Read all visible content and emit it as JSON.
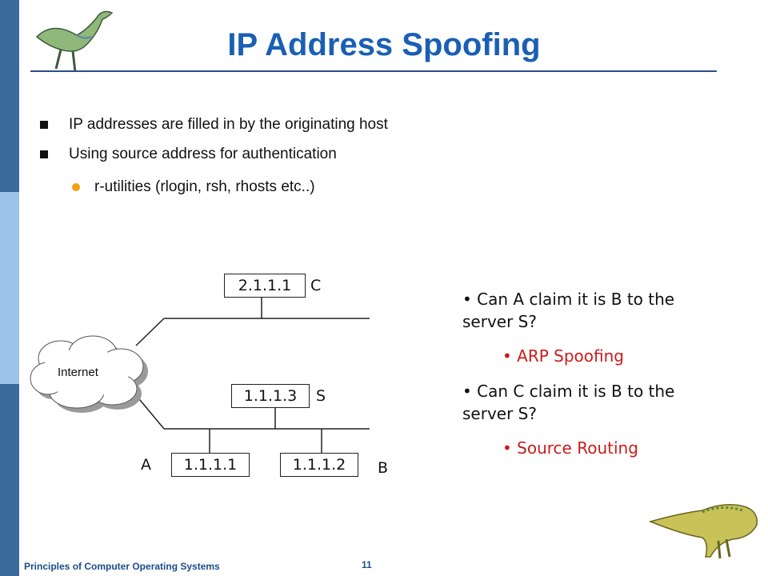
{
  "slide": {
    "title": "IP Address Spoofing",
    "bullets": [
      "IP addresses are filled in by the originating host",
      "Using source address for authentication"
    ],
    "sub_bullets": [
      "r-utilities (rlogin, rsh, rhosts etc..)"
    ]
  },
  "diagram": {
    "cloud_label": "Internet",
    "hosts": {
      "c": {
        "ip": "2.1.1.1",
        "name": "C"
      },
      "s": {
        "ip": "1.1.1.3",
        "name": "S"
      },
      "a": {
        "ip": "1.1.1.1",
        "name": "A"
      },
      "b": {
        "ip": "1.1.1.2",
        "name": "B"
      }
    }
  },
  "questions": [
    {
      "text_line1": "Can A claim it is B to the",
      "text_line2": "server S?",
      "answer": "ARP Spoofing"
    },
    {
      "text_line1": "Can C claim it is B to the",
      "text_line2": "server S?",
      "answer": "Source Routing"
    }
  ],
  "footer": {
    "course": "Principles of Computer Operating Systems",
    "page": "11"
  },
  "colors": {
    "title": "#1a5fb4",
    "answer": "#cc1b1b",
    "sidebar_dark": "#3a6a9c",
    "sidebar_light": "#9cc3ea"
  }
}
